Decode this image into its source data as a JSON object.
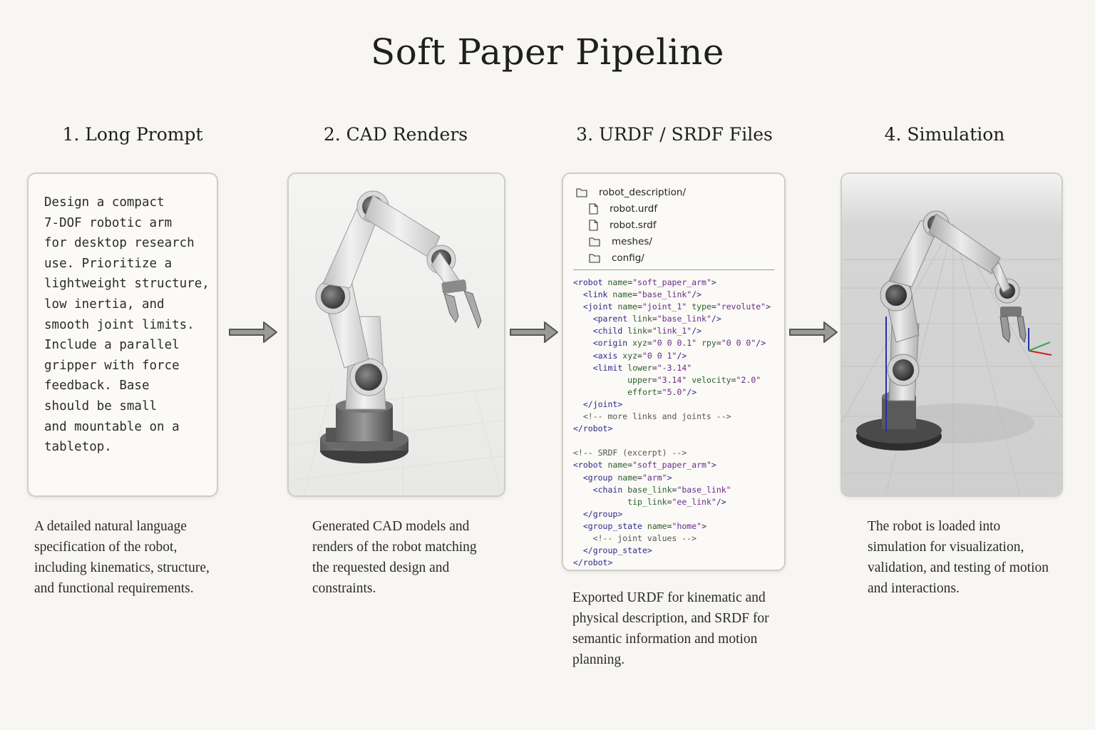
{
  "title": "Soft Paper Pipeline",
  "steps": [
    {
      "title": "1. Long Prompt",
      "caption": "A detailed natural language specification of the robot, including kinematics, structure, and functional requirements."
    },
    {
      "title": "2. CAD Renders",
      "caption": "Generated CAD models and renders of the robot matching the requested design and constraints."
    },
    {
      "title": "3. URDF / SRDF Files",
      "caption": "Exported URDF for kinematic and physical description, and SRDF for semantic information and motion planning."
    },
    {
      "title": "4. Simulation",
      "caption": "The robot is loaded into simulation for visualization, validation, and testing of motion and interactions."
    }
  ],
  "prompt_text": "Design a compact\n7-DOF robotic arm\nfor desktop research\nuse. Prioritize a\nlightweight structure,\nlow inertia, and\nsmooth joint limits.\nInclude a parallel\ngripper with force\nfeedback. Base\nshould be small\nand mountable on a\ntabletop.",
  "files": [
    {
      "name": "robot_description/",
      "type": "folder",
      "indent": 0
    },
    {
      "name": "robot.urdf",
      "type": "file",
      "indent": 1
    },
    {
      "name": "robot.srdf",
      "type": "file",
      "indent": 1
    },
    {
      "name": "meshes/",
      "type": "folder",
      "indent": 1
    },
    {
      "name": "config/",
      "type": "folder",
      "indent": 1
    }
  ],
  "code_lines": [
    "<robot name=\"soft_paper_arm\">",
    "  <link name=\"base_link\"/>",
    "  <joint name=\"joint_1\" type=\"revolute\">",
    "    <parent link=\"base_link\"/>",
    "    <child link=\"link_1\"/>",
    "    <origin xyz=\"0 0 0.1\" rpy=\"0 0 0\"/>",
    "    <axis xyz=\"0 0 1\"/>",
    "    <limit lower=\"-3.14\"",
    "           upper=\"3.14\" velocity=\"2.0\"",
    "           effort=\"5.0\"/>",
    "  </joint>",
    "  <!-- more links and joints -->",
    "</robot>",
    "",
    "<!-- SRDF (excerpt) -->",
    "<robot name=\"soft_paper_arm\">",
    "  <group name=\"arm\">",
    "    <chain base_link=\"base_link\"",
    "           tip_link=\"ee_link\"/>",
    "  </group>",
    "  <group_state name=\"home\">",
    "    <!-- joint values -->",
    "  </group_state>",
    "</robot>"
  ]
}
